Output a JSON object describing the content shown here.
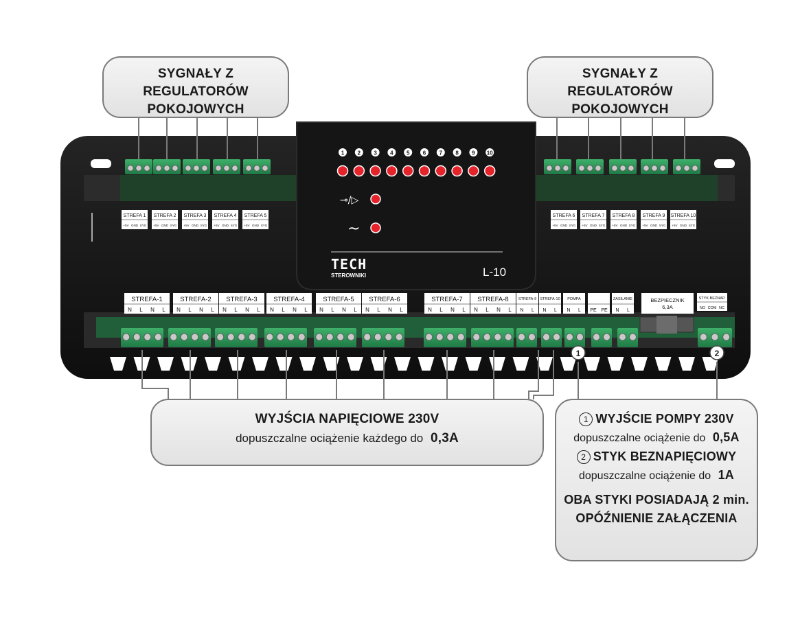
{
  "callouts": {
    "top_left": {
      "line1": "SYGNAŁY Z REGULATORÓW",
      "line2": "POKOJOWYCH"
    },
    "top_right": {
      "line1": "SYGNAŁY Z REGULATORÓW",
      "line2": "POKOJOWYCH"
    },
    "outputs": {
      "title": "WYJŚCIA NAPIĘCIOWE 230V",
      "text": "dopuszczalne ociążenie każdego do",
      "value": "0,3A"
    },
    "pump": {
      "num": "1",
      "title": "WYJŚCIE POMPY 230V",
      "text": "dopuszczalne ociążenie do",
      "value": "0,5A"
    },
    "contact": {
      "num": "2",
      "title": "STYK BEZNAPIĘCIOWY",
      "text": "dopuszczalne ociążenie do",
      "value": "1A"
    },
    "note": {
      "line1": "OBA STYKI POSIADAJĄ 2 min.",
      "line2": "OPÓŹNIENIE ZAŁĄCZENIA"
    }
  },
  "device": {
    "brand": "TECH",
    "brand_sub": "STEROWNIKI",
    "model": "L-10",
    "led_numbers": [
      "1",
      "2",
      "3",
      "4",
      "5",
      "6",
      "7",
      "8",
      "9",
      "10"
    ],
    "pump_symbol": "⊸/▷",
    "power_symbol": "~",
    "marker_1": "1",
    "marker_2": "2",
    "input_zones_left": [
      {
        "label": "STREFA 1",
        "pins": [
          "+5V",
          "GND",
          "SYG"
        ]
      },
      {
        "label": "STREFA 2",
        "pins": [
          "+5V",
          "GND",
          "SYG"
        ]
      },
      {
        "label": "STREFA 3",
        "pins": [
          "+5V",
          "GND",
          "SYG"
        ]
      },
      {
        "label": "STREFA 4",
        "pins": [
          "+5V",
          "GND",
          "SYG"
        ]
      },
      {
        "label": "STREFA 5",
        "pins": [
          "+5V",
          "GND",
          "SYG"
        ]
      }
    ],
    "input_zones_right": [
      {
        "label": "STREFA 6",
        "pins": [
          "+5V",
          "GND",
          "SYG"
        ]
      },
      {
        "label": "STREFA 7",
        "pins": [
          "+5V",
          "GND",
          "SYG"
        ]
      },
      {
        "label": "STREFA 8",
        "pins": [
          "+5V",
          "GND",
          "SYG"
        ]
      },
      {
        "label": "STREFA 9",
        "pins": [
          "+5V",
          "GND",
          "SYG"
        ]
      },
      {
        "label": "STREFA 10",
        "pins": [
          "+5V",
          "GND",
          "SYG"
        ]
      }
    ],
    "output_zones": [
      {
        "label": "STREFA-1",
        "pins": [
          "N",
          "L",
          "N",
          "L"
        ]
      },
      {
        "label": "STREFA-2",
        "pins": [
          "N",
          "L",
          "N",
          "L"
        ]
      },
      {
        "label": "STREFA-3",
        "pins": [
          "N",
          "L",
          "N",
          "L"
        ]
      },
      {
        "label": "STREFA-4",
        "pins": [
          "N",
          "L",
          "N",
          "L"
        ]
      },
      {
        "label": "STREFA-5",
        "pins": [
          "N",
          "L",
          "N",
          "L"
        ]
      },
      {
        "label": "STREFA-6",
        "pins": [
          "N",
          "L",
          "N",
          "L"
        ]
      },
      {
        "label": "STREFA-7",
        "pins": [
          "N",
          "L",
          "N",
          "L"
        ]
      },
      {
        "label": "STREFA-8",
        "pins": [
          "N",
          "L",
          "N",
          "L"
        ]
      }
    ],
    "small_outputs": [
      {
        "label": "STREFA-9",
        "pins": [
          "N",
          "L"
        ]
      },
      {
        "label": "STREFA-10",
        "pins": [
          "N",
          "L"
        ]
      },
      {
        "label": "POMPA",
        "pins": [
          "N",
          "L"
        ]
      },
      {
        "label": "",
        "pins": [
          "PE",
          "PE"
        ]
      },
      {
        "label": "ZASILANIE",
        "pins": [
          "N",
          "L"
        ]
      }
    ],
    "fuse": {
      "line1": "BEZPIECZNIK",
      "line2": "6,3A"
    },
    "contact_block": {
      "label": "STYK BEZNAP.",
      "pins": [
        "NO",
        "COM",
        "NC"
      ]
    }
  }
}
